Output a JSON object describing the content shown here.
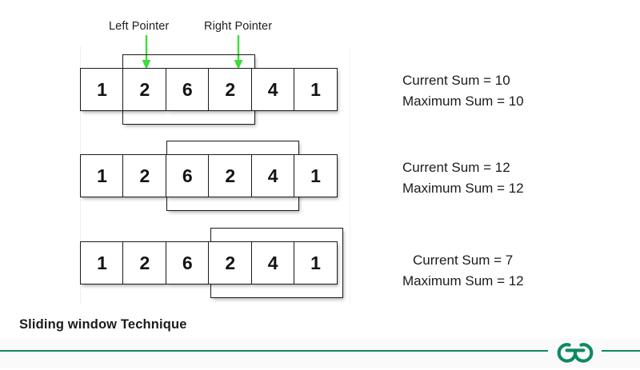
{
  "diagram": {
    "pointer_labels": {
      "left": "Left Pointer",
      "right": "Right Pointer"
    },
    "array": [
      1,
      2,
      6,
      2,
      4,
      1
    ],
    "rows": [
      {
        "cells": [
          "1",
          "2",
          "6",
          "2",
          "4",
          "1"
        ],
        "window_start_index": 1,
        "window_length": 3,
        "window_values": [
          2,
          6,
          2
        ],
        "current_sum_label": "Current Sum  = 10",
        "maximum_sum_label": "Maximum Sum  = 10",
        "current_sum": 10,
        "maximum_sum": 10
      },
      {
        "cells": [
          "1",
          "2",
          "6",
          "2",
          "4",
          "1"
        ],
        "window_start_index": 2,
        "window_length": 3,
        "window_values": [
          6,
          2,
          4
        ],
        "current_sum_label": "Current Sum  = 12",
        "maximum_sum_label": "Maximum Sum  = 12",
        "current_sum": 12,
        "maximum_sum": 12
      },
      {
        "cells": [
          "1",
          "2",
          "6",
          "2",
          "4",
          "1"
        ],
        "window_start_index": 3,
        "window_length": 3,
        "window_values": [
          2,
          4,
          1
        ],
        "current_sum_label": "Current Sum  = 7",
        "maximum_sum_label": "Maximum Sum  = 12",
        "current_sum": 7,
        "maximum_sum": 12
      }
    ]
  },
  "footer": {
    "title": "Sliding window Technique",
    "logo_name": "geeksforgeeks-logo"
  },
  "colors": {
    "arrow_green": "#3ddb3d",
    "brand_green": "#0d8a5f",
    "cell_border": "#1a1a1a",
    "text": "#1b1b1b",
    "background": "#ffffff"
  }
}
